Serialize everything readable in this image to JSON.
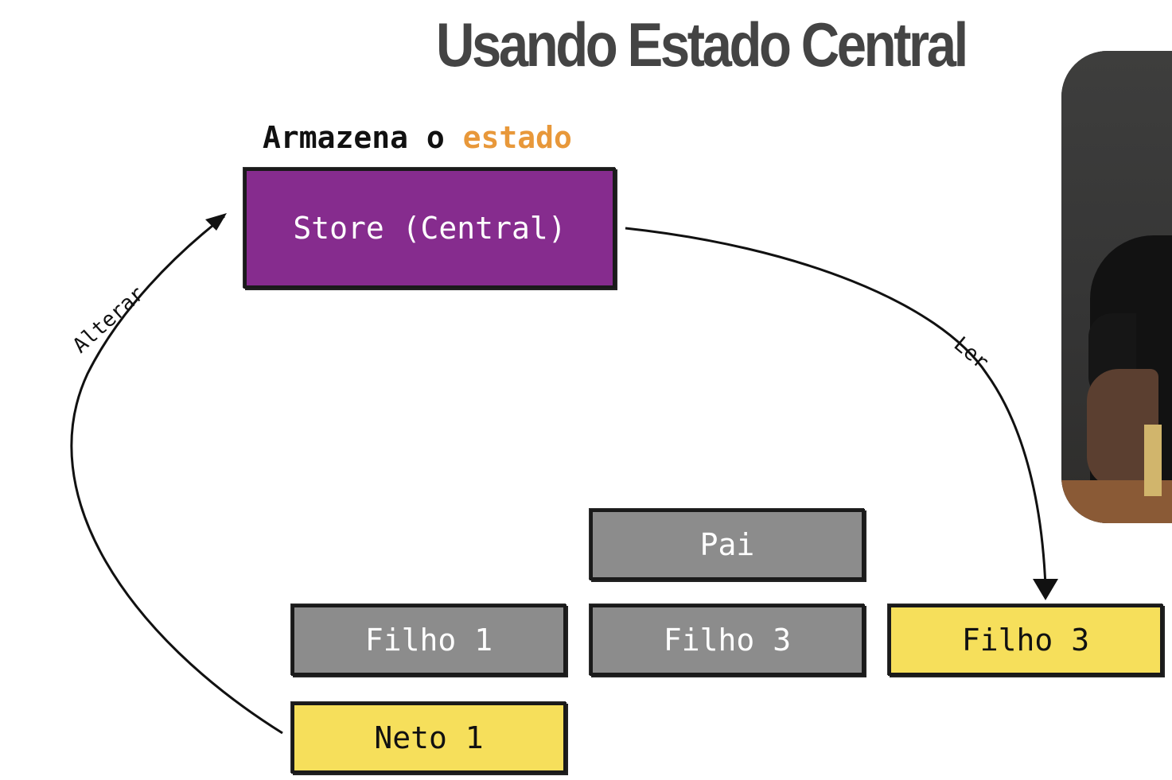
{
  "title": "Usando Estado Central",
  "caption": {
    "prefix": "Armazena o",
    "highlight": "estado"
  },
  "nodes": {
    "store": "Store (Central)",
    "pai": "Pai",
    "filho_left": "Filho 1",
    "filho_middle": "Filho 3",
    "filho_right": "Filho 3",
    "neto": "Neto 1"
  },
  "edges": {
    "alterar": "Alterar",
    "ler": "Ler"
  },
  "colors": {
    "store": "#862c8e",
    "gray_node": "#8c8c8c",
    "highlight_node": "#f6df5b",
    "caption_accent": "#e8983a",
    "title": "#444444"
  }
}
